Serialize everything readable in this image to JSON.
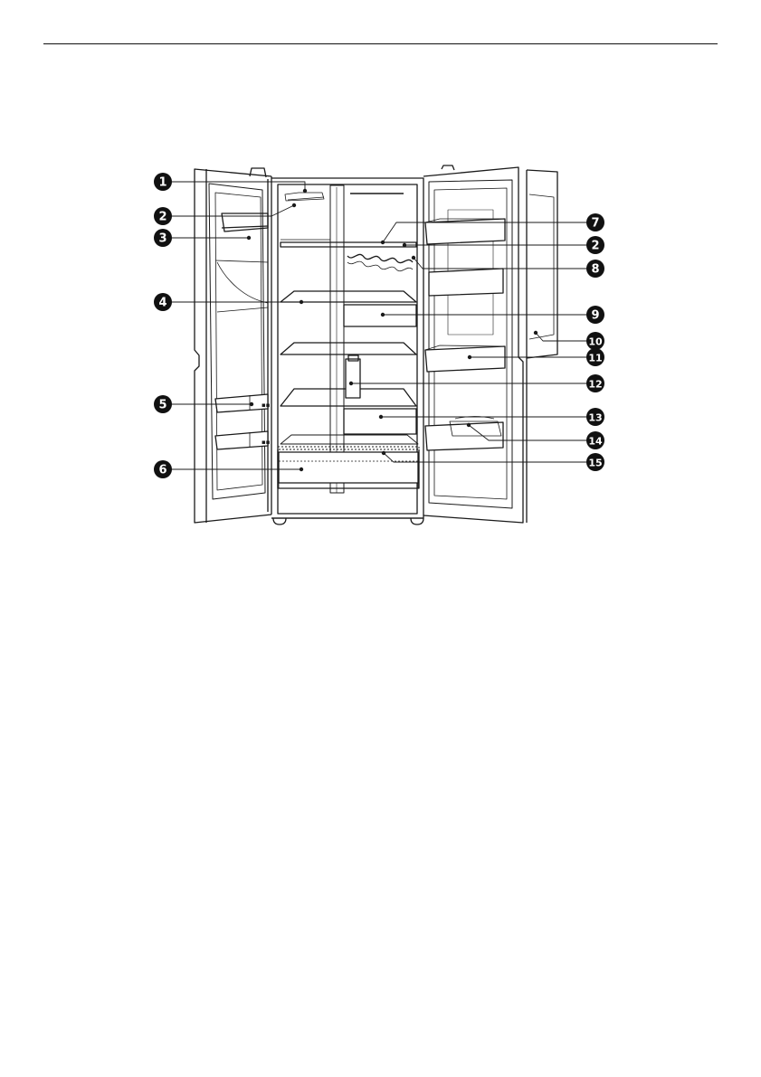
{
  "callouts_left": [
    {
      "number": "1"
    },
    {
      "number": "2"
    },
    {
      "number": "3"
    },
    {
      "number": "4"
    },
    {
      "number": "5"
    },
    {
      "number": "6"
    }
  ],
  "callouts_right": [
    {
      "number": "7"
    },
    {
      "number": "2"
    },
    {
      "number": "8"
    },
    {
      "number": "9"
    },
    {
      "number": "10"
    },
    {
      "number": "11"
    },
    {
      "number": "12"
    },
    {
      "number": "13"
    },
    {
      "number": "14"
    },
    {
      "number": "15"
    }
  ],
  "colors": {
    "line": "#1a1a1a",
    "callout_fill": "#111111",
    "panel": "#ffffff"
  }
}
